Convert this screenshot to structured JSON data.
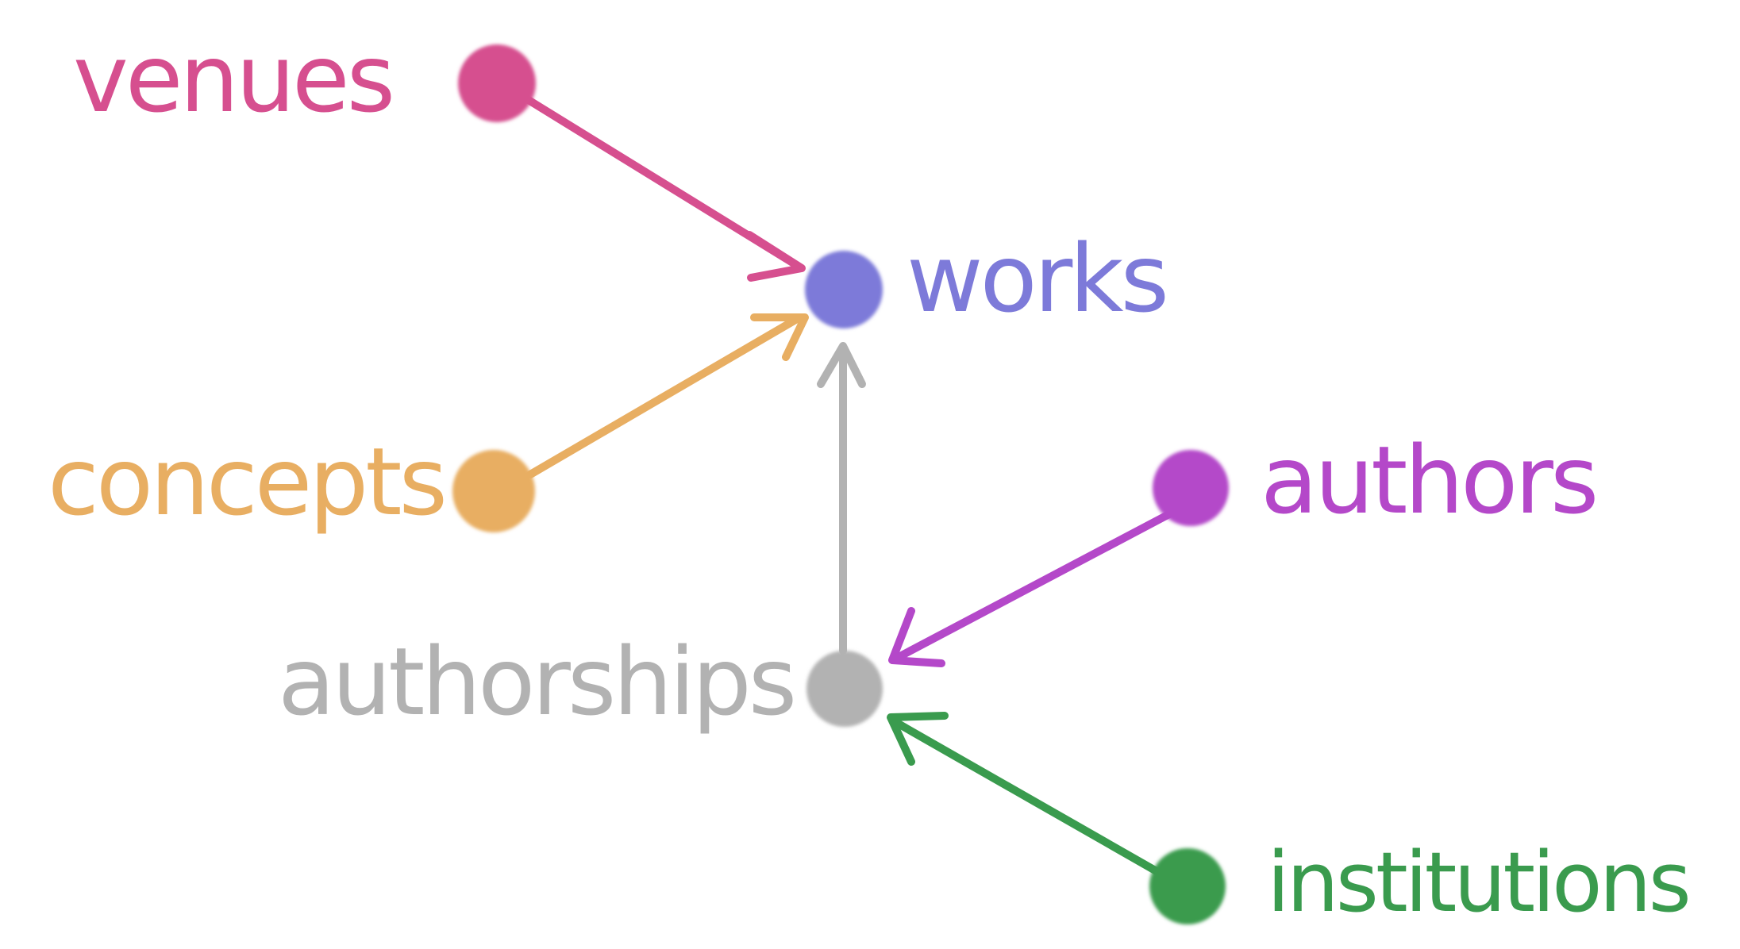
{
  "nodes": {
    "venues": {
      "label": "venues",
      "color": "#d64f8f"
    },
    "works": {
      "label": "works",
      "color": "#7d7ad9"
    },
    "concepts": {
      "label": "concepts",
      "color": "#e8ae62"
    },
    "authors": {
      "label": "authors",
      "color": "#b448c9"
    },
    "authorships": {
      "label": "authorships",
      "color": "#b2b2b2"
    },
    "institutions": {
      "label": "institutions",
      "color": "#3a9b4e"
    }
  },
  "edges": [
    {
      "from": "venues",
      "to": "works"
    },
    {
      "from": "concepts",
      "to": "works"
    },
    {
      "from": "authorships",
      "to": "works"
    },
    {
      "from": "authors",
      "to": "authorships"
    },
    {
      "from": "institutions",
      "to": "authorships"
    }
  ]
}
